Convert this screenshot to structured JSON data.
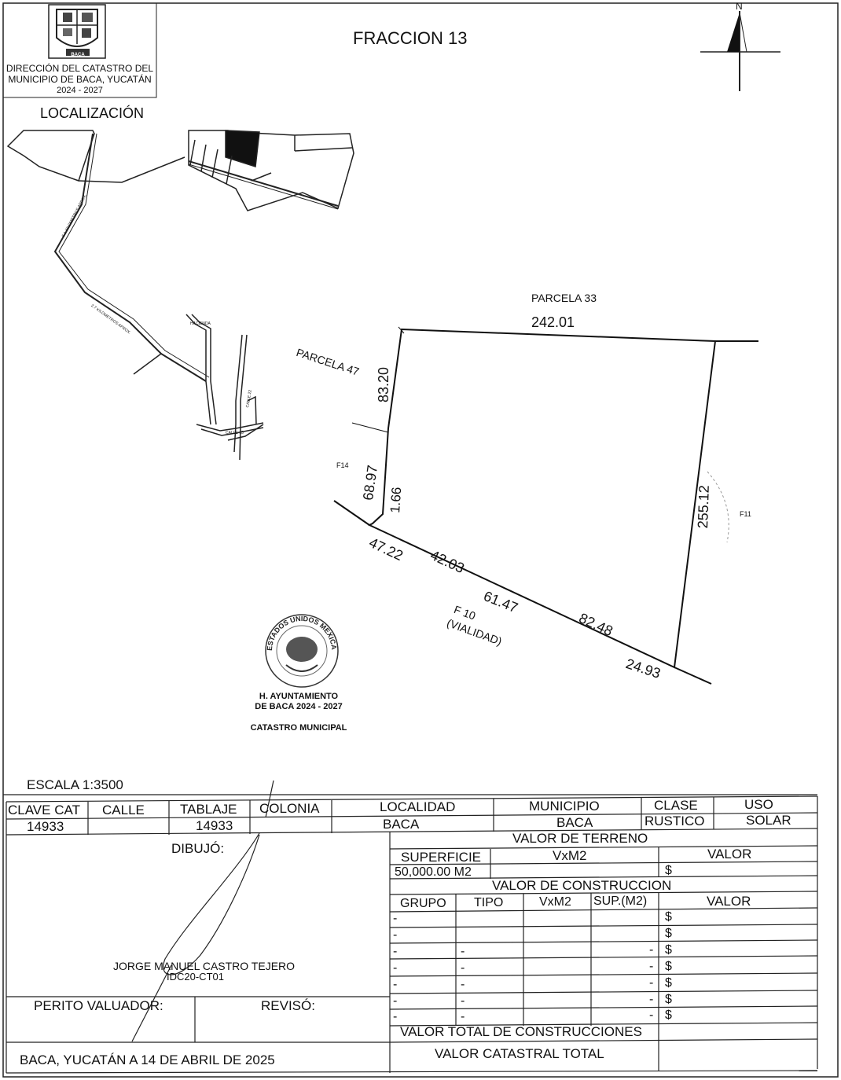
{
  "header": {
    "office_line1": "DIRECCIÓN DEL CATASTRO DEL",
    "office_line2": "MUNICIPIO DE BACA, YUCATÁN",
    "office_period": "2024 - 2027",
    "logo_text": "BACA",
    "title": "FRACCION 13",
    "north_label": "N"
  },
  "location": {
    "label": "LOCALIZACIÓN",
    "road_label_1": "5.1 KILOMETROS APROX.",
    "road_label_2": "2.7 KILOMETROS APROX.",
    "place_label": "HACIENDA",
    "street_1": "CALLE 22",
    "street_2": "CALLE 15"
  },
  "plot": {
    "neighbor_north": "PARCELA 33",
    "neighbor_west": "PARCELA 47",
    "neighbor_east": "F11",
    "neighbor_fraction": "F14",
    "road_name_1": "F 10",
    "road_name_2": "(VIALIDAD)",
    "dims": {
      "north": "242.01",
      "west_upper": "83.20",
      "west_lower": "68.97",
      "jog": "1.66",
      "east": "255.12",
      "south_1": "47.22",
      "south_2": "42.03",
      "south_3": "61.47",
      "south_4": "82.48",
      "south_5": "24.93"
    }
  },
  "seal": {
    "ring_text": "ESTADOS UNIDOS MEXICANOS",
    "line1": "H. AYUNTAMIENTO",
    "line2": "DE BACA 2024 - 2027",
    "line3": "CATASTRO MUNICIPAL"
  },
  "scale": "ESCALA 1:3500",
  "table": {
    "headers": {
      "clave": "CLAVE CAT",
      "calle": "CALLE",
      "tablaje": "TABLAJE",
      "colonia": "COLONIA",
      "localidad": "LOCALIDAD",
      "municipio": "MUNICIPIO",
      "clase": "CLASE",
      "uso": "USO"
    },
    "values": {
      "clave": "14933",
      "calle": "",
      "tablaje": "14933",
      "colonia": "",
      "localidad": "BACA",
      "municipio": "BACA",
      "clase": "RUSTICO",
      "uso": "SOLAR"
    },
    "dibujo_label": "DIBUJÓ:",
    "drafter_name": "JORGE MANUEL CASTRO TEJERO",
    "drafter_id": "IDC20-CT01",
    "perito_label": "PERITO VALUADOR:",
    "reviso_label": "REVISÓ:",
    "date_line": "BACA, YUCATÁN A 14 DE ABRIL DE 2025",
    "terreno": {
      "title": "VALOR DE TERRENO",
      "superficie_label": "SUPERFICIE",
      "vxm2_label": "VxM2",
      "valor_label": "VALOR",
      "superficie_value": "50,000.00 M2",
      "vxm2_value": "",
      "valor_value": "$"
    },
    "construccion": {
      "title": "VALOR DE  CONSTRUCCION",
      "headers": [
        "GRUPO",
        "TIPO",
        "VxM2",
        "SUP.(M2)",
        "VALOR"
      ],
      "rows": [
        {
          "grupo": "-",
          "tipo": "",
          "vxm2": "",
          "sup": "",
          "valor": "$"
        },
        {
          "grupo": "-",
          "tipo": "",
          "vxm2": "",
          "sup": "",
          "valor": "$"
        },
        {
          "grupo": "-",
          "tipo": "-",
          "vxm2": "",
          "sup": "-",
          "valor": "$"
        },
        {
          "grupo": "-",
          "tipo": "-",
          "vxm2": "",
          "sup": "-",
          "valor": "$"
        },
        {
          "grupo": "-",
          "tipo": "-",
          "vxm2": "",
          "sup": "-",
          "valor": "$"
        },
        {
          "grupo": "-",
          "tipo": "-",
          "vxm2": "",
          "sup": "-",
          "valor": "$"
        },
        {
          "grupo": "-",
          "tipo": "-",
          "vxm2": "",
          "sup": "-",
          "valor": "$"
        }
      ],
      "total_label": "VALOR TOTAL DE CONSTRUCCIONES",
      "catastral_label": "VALOR CATASTRAL TOTAL"
    }
  }
}
